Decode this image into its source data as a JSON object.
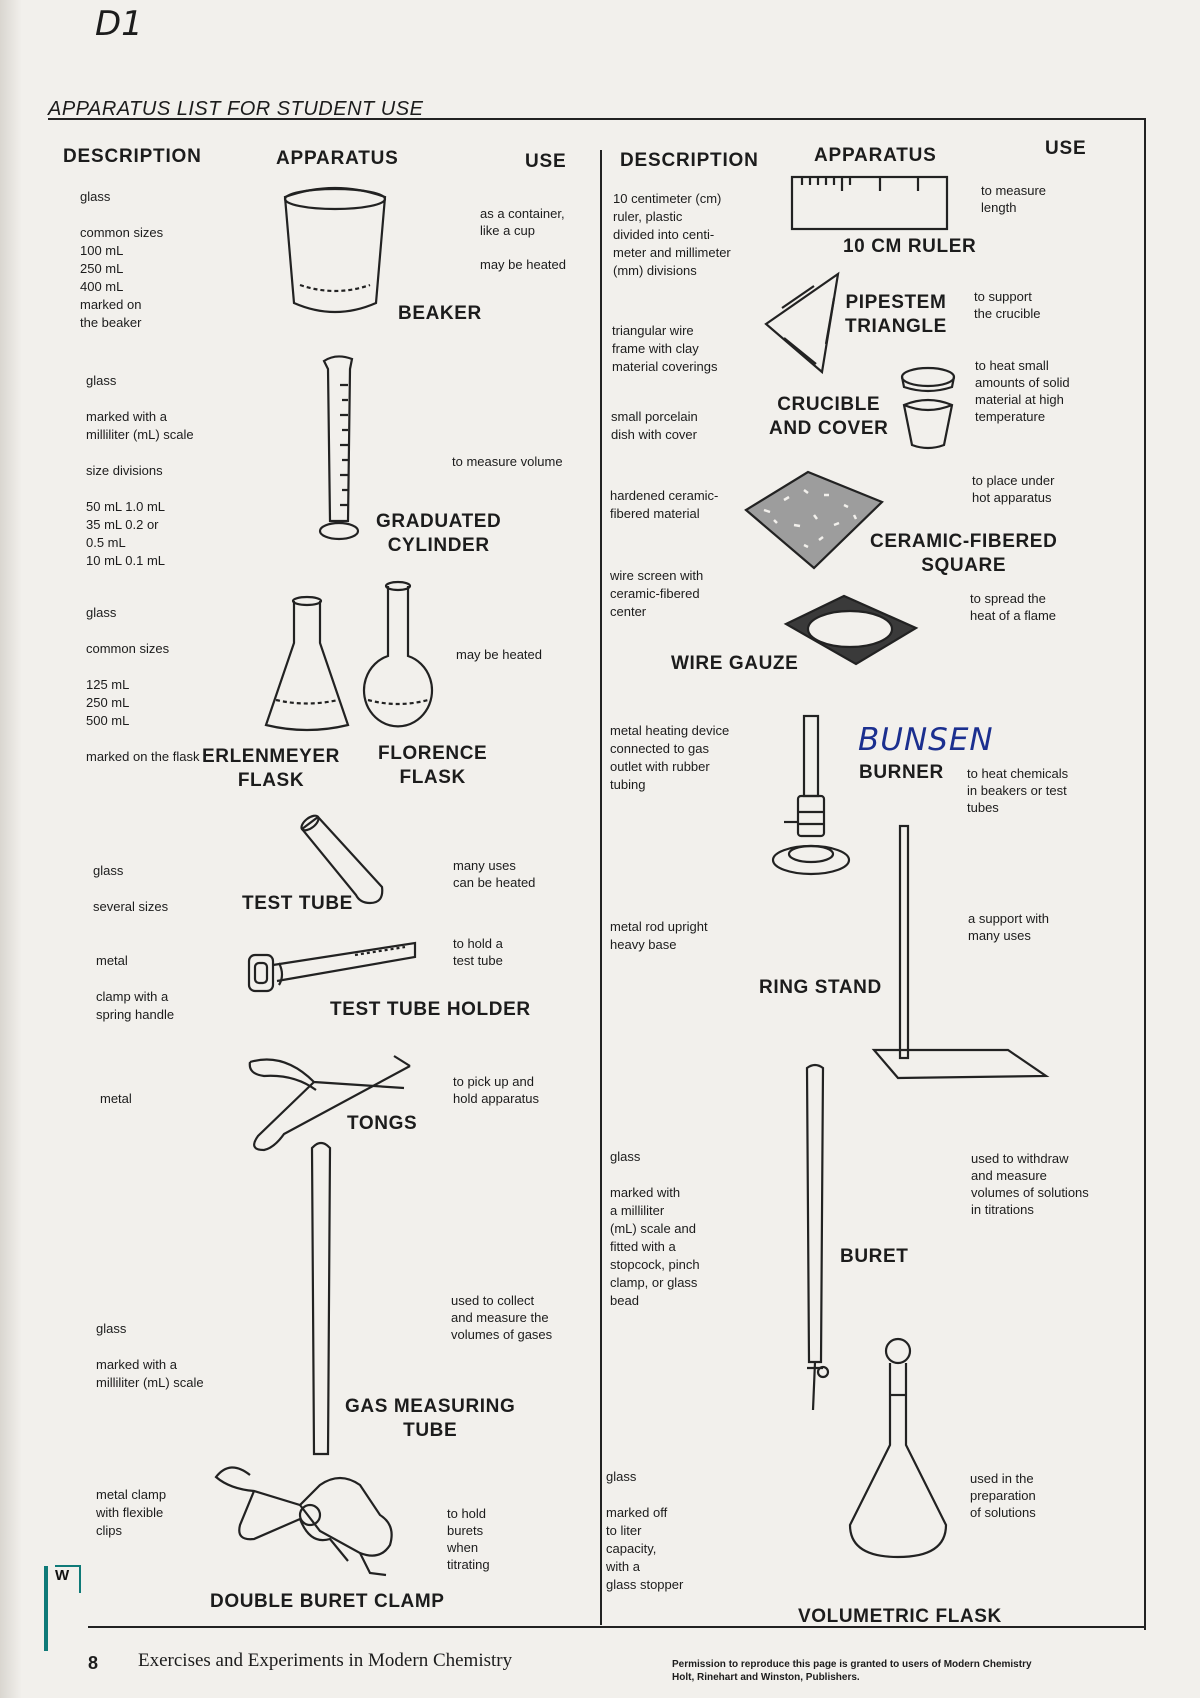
{
  "corner_mark": "D1",
  "title": "APPARATUS LIST FOR STUDENT USE",
  "headers": {
    "left": {
      "description": "DESCRIPTION",
      "apparatus": "APPARATUS",
      "use": "USE"
    },
    "right": {
      "description": "DESCRIPTION",
      "apparatus": "APPARATUS",
      "use": "USE"
    }
  },
  "left_items": [
    {
      "name": "BEAKER",
      "description": "glass\n\ncommon sizes\n100 mL\n250 mL\n400 mL\nmarked on\nthe beaker",
      "use": "as a container,\nlike a cup\n\nmay be heated",
      "icon": "beaker-icon"
    },
    {
      "name": "GRADUATED\nCYLINDER",
      "description": "glass\n\nmarked with a\nmilliliter (mL) scale\n\nsize       divisions\n\n50 mL     1.0 mL\n35 mL     0.2 or\n              0.5 mL\n10 mL     0.1 mL",
      "use": "to measure volume",
      "icon": "graduated-cylinder-icon"
    },
    {
      "name": "ERLENMEYER\nFLASK",
      "name2": "FLORENCE\nFLASK",
      "description": "glass\n\ncommon sizes\n\n125 mL\n250 mL\n500 mL\n\nmarked on the flask",
      "use": "may be heated",
      "icon": "flask-icon"
    },
    {
      "name": "TEST TUBE",
      "description": "glass\n\nseveral sizes",
      "use": "many uses\ncan be heated",
      "icon": "test-tube-icon"
    },
    {
      "name": "TEST TUBE HOLDER",
      "description": "metal\n\nclamp with a\nspring handle",
      "use": "to hold a\ntest tube",
      "icon": "test-tube-holder-icon"
    },
    {
      "name": "TONGS",
      "description": "metal",
      "use": "to pick up and\nhold apparatus",
      "icon": "tongs-icon"
    },
    {
      "name": "GAS MEASURING\nTUBE",
      "description": "glass\n\nmarked with a\nmilliliter (mL) scale",
      "use": "used to collect\nand measure the\nvolumes of gases",
      "icon": "gas-measuring-tube-icon"
    },
    {
      "name": "DOUBLE BURET CLAMP",
      "description": "metal clamp\nwith flexible\nclips",
      "use": "to hold\nburets\nwhen\ntitrating",
      "icon": "double-buret-clamp-icon"
    }
  ],
  "right_items": [
    {
      "name": "10 CM RULER",
      "description": "10 centimeter (cm)\nruler, plastic\ndivided into centi-\nmeter and millimeter\n(mm) divisions",
      "use": "to measure\nlength",
      "icon": "ruler-icon"
    },
    {
      "name": "PIPESTEM\nTRIANGLE",
      "description": "triangular wire\nframe with clay\nmaterial coverings",
      "use": "to support\nthe crucible",
      "icon": "pipestem-triangle-icon"
    },
    {
      "name": "CRUCIBLE\nAND COVER",
      "description": "small porcelain\ndish with cover",
      "use": "to heat small\namounts of solid\nmaterial at high\ntemperature",
      "icon": "crucible-icon"
    },
    {
      "name": "CERAMIC-FIBERED\nSQUARE",
      "description": "hardened ceramic-\nfibered material",
      "use": "to place under\nhot apparatus",
      "icon": "ceramic-square-icon"
    },
    {
      "name": "WIRE GAUZE",
      "description": "wire screen with\nceramic-fibered\ncenter",
      "use": "to spread the\nheat of a flame",
      "icon": "wire-gauze-icon"
    },
    {
      "name": "BURNER",
      "handwritten": "BUNSEN",
      "description": "metal heating device\nconnected to gas\noutlet with rubber\ntubing",
      "use": "to heat chemicals\nin beakers or test\ntubes",
      "icon": "bunsen-burner-icon"
    },
    {
      "name": "RING STAND",
      "description": "metal rod upright\nheavy base",
      "use": "a support with\nmany uses",
      "icon": "ring-stand-icon"
    },
    {
      "name": "BURET",
      "description": "glass\n\nmarked with\na milliliter\n(mL) scale and\nfitted with a\nstopcock, pinch\nclamp, or glass\nbead",
      "use": "used to withdraw\nand measure\nvolumes of solutions\nin titrations",
      "icon": "buret-icon"
    },
    {
      "name": "VOLUMETRIC FLASK",
      "description": "glass\n\nmarked off\nto liter\ncapacity,\nwith a\nglass stopper",
      "use": "used in the\npreparation\nof solutions",
      "icon": "volumetric-flask-icon"
    }
  ],
  "footer": {
    "page_number": "8",
    "book_title": "Exercises and Experiments in Modern Chemistry",
    "permission": "Permission to reproduce this page is granted to users of Modern Chemistry\nHolt, Rinehart and Winston, Publishers."
  },
  "side_tab": "W"
}
